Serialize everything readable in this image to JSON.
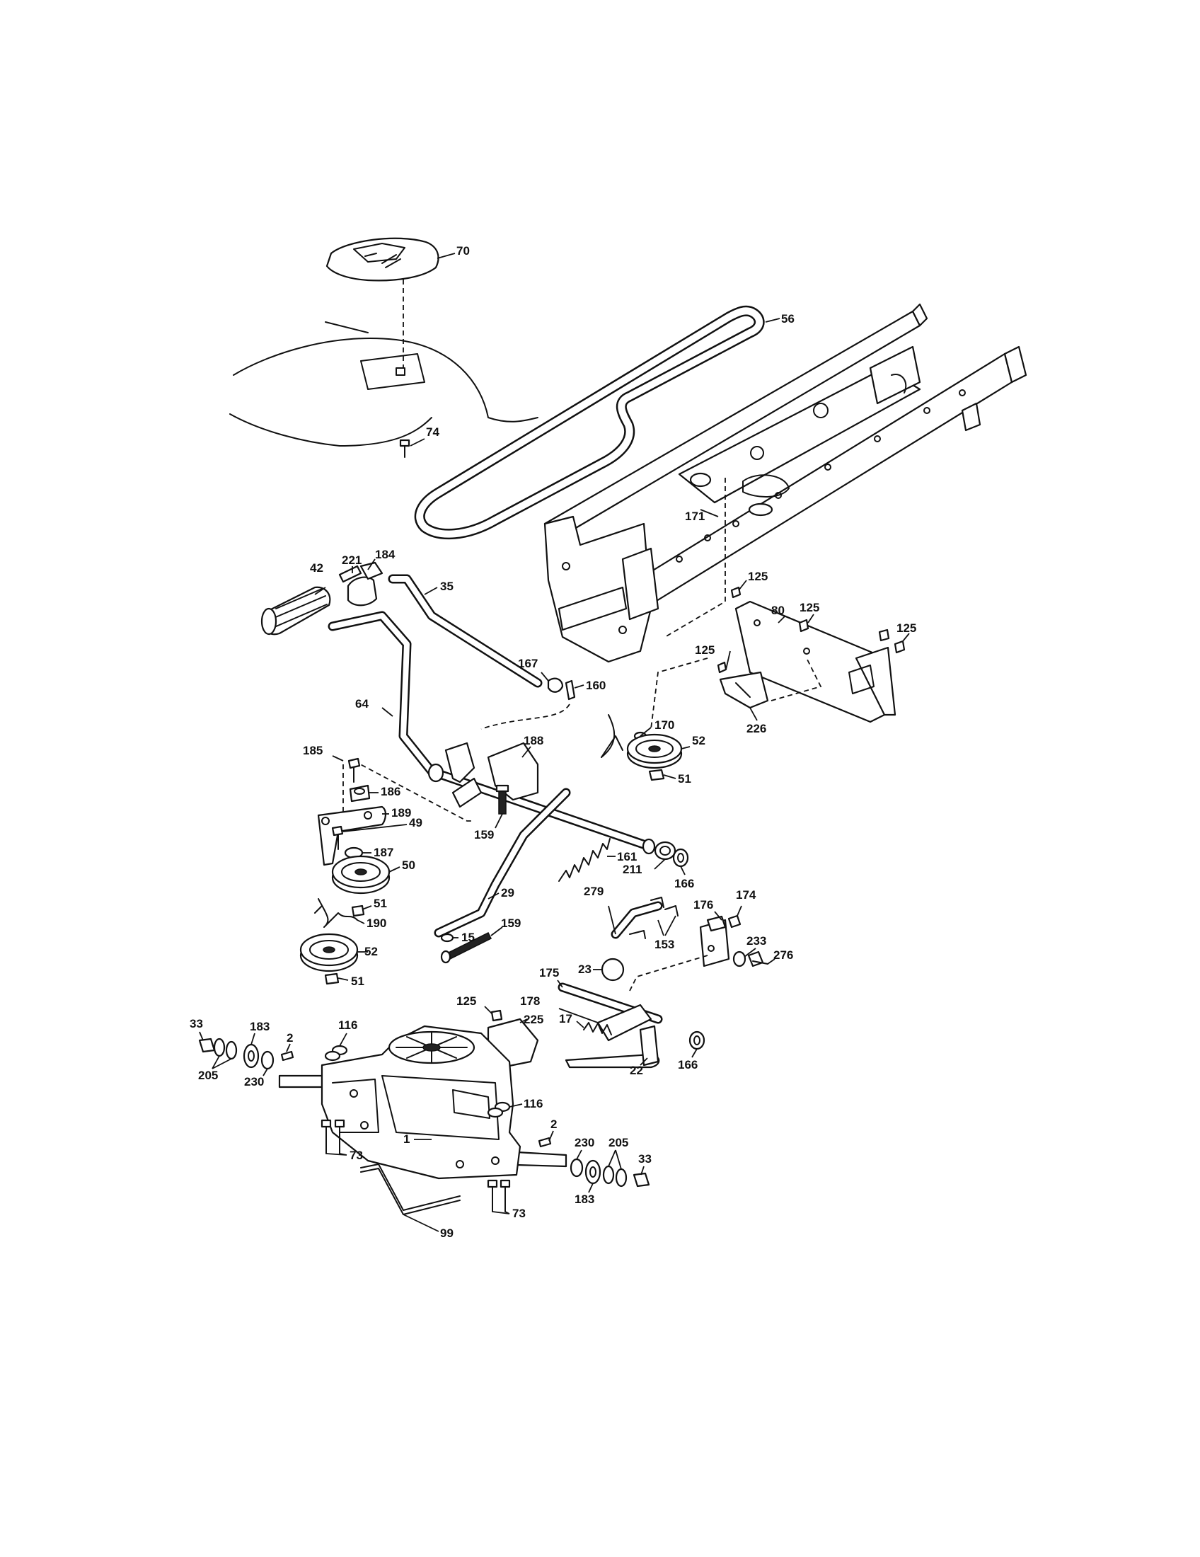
{
  "diagram": {
    "callouts": [
      {
        "id": "c70",
        "text": "70"
      },
      {
        "id": "c56",
        "text": "56"
      },
      {
        "id": "c74",
        "text": "74"
      },
      {
        "id": "c171",
        "text": "171"
      },
      {
        "id": "c221",
        "text": "221"
      },
      {
        "id": "c184",
        "text": "184"
      },
      {
        "id": "c42",
        "text": "42"
      },
      {
        "id": "c35",
        "text": "35"
      },
      {
        "id": "c125a",
        "text": "125"
      },
      {
        "id": "c80",
        "text": "80"
      },
      {
        "id": "c125b",
        "text": "125"
      },
      {
        "id": "c125c",
        "text": "125"
      },
      {
        "id": "c125d",
        "text": "125"
      },
      {
        "id": "c167",
        "text": "167"
      },
      {
        "id": "c160",
        "text": "160"
      },
      {
        "id": "c64",
        "text": "64"
      },
      {
        "id": "c170",
        "text": "170"
      },
      {
        "id": "c226",
        "text": "226"
      },
      {
        "id": "c52a",
        "text": "52"
      },
      {
        "id": "c51a",
        "text": "51"
      },
      {
        "id": "c188",
        "text": "188"
      },
      {
        "id": "c185",
        "text": "185"
      },
      {
        "id": "c186",
        "text": "186"
      },
      {
        "id": "c189",
        "text": "189"
      },
      {
        "id": "c49",
        "text": "49"
      },
      {
        "id": "c159a",
        "text": "159"
      },
      {
        "id": "c187",
        "text": "187"
      },
      {
        "id": "c161",
        "text": "161"
      },
      {
        "id": "c211",
        "text": "211"
      },
      {
        "id": "c166a",
        "text": "166"
      },
      {
        "id": "c50",
        "text": "50"
      },
      {
        "id": "c51b",
        "text": "51"
      },
      {
        "id": "c29",
        "text": "29"
      },
      {
        "id": "c279",
        "text": "279"
      },
      {
        "id": "c176",
        "text": "176"
      },
      {
        "id": "c174",
        "text": "174"
      },
      {
        "id": "c190",
        "text": "190"
      },
      {
        "id": "c15",
        "text": "15"
      },
      {
        "id": "c159b",
        "text": "159"
      },
      {
        "id": "c153",
        "text": "153"
      },
      {
        "id": "c233",
        "text": "233"
      },
      {
        "id": "c276",
        "text": "276"
      },
      {
        "id": "c52b",
        "text": "52"
      },
      {
        "id": "c23",
        "text": "23"
      },
      {
        "id": "c175",
        "text": "175"
      },
      {
        "id": "c51c",
        "text": "51"
      },
      {
        "id": "c178",
        "text": "178"
      },
      {
        "id": "c125e",
        "text": "125"
      },
      {
        "id": "c225",
        "text": "225"
      },
      {
        "id": "c33a",
        "text": "33"
      },
      {
        "id": "c116a",
        "text": "116"
      },
      {
        "id": "c183a",
        "text": "183"
      },
      {
        "id": "c17",
        "text": "17"
      },
      {
        "id": "c2a",
        "text": "2"
      },
      {
        "id": "c22",
        "text": "22"
      },
      {
        "id": "c166b",
        "text": "166"
      },
      {
        "id": "c205a",
        "text": "205"
      },
      {
        "id": "c230a",
        "text": "230"
      },
      {
        "id": "c116b",
        "text": "116"
      },
      {
        "id": "c2b",
        "text": "2"
      },
      {
        "id": "c1",
        "text": "1"
      },
      {
        "id": "c230b",
        "text": "230"
      },
      {
        "id": "c73a",
        "text": "73"
      },
      {
        "id": "c205b",
        "text": "205"
      },
      {
        "id": "c33b",
        "text": "33"
      },
      {
        "id": "c183b",
        "text": "183"
      },
      {
        "id": "c99",
        "text": "99"
      },
      {
        "id": "c73b",
        "text": "73"
      }
    ]
  }
}
